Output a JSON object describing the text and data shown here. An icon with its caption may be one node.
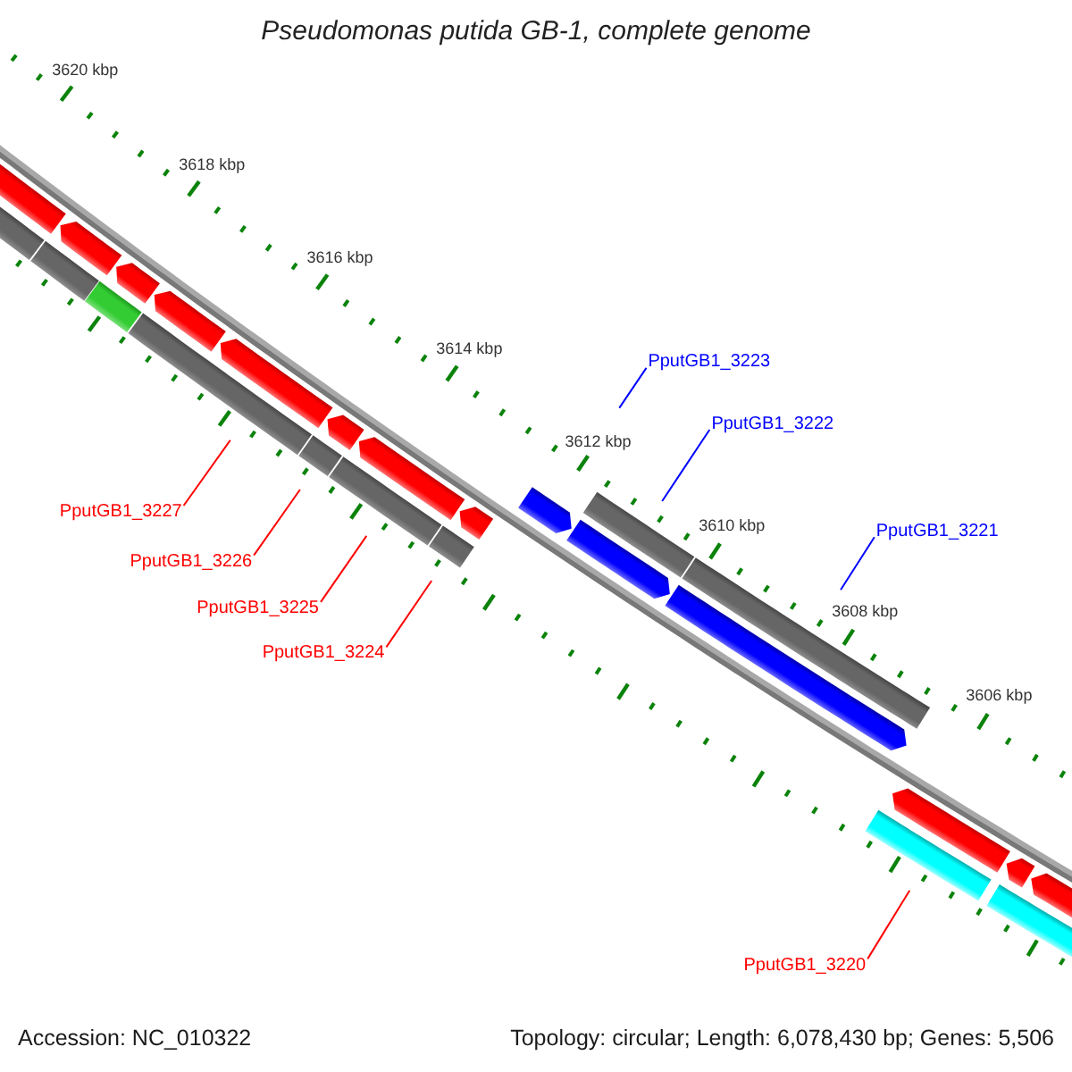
{
  "diagram": {
    "title": "Pseudomonas putida GB-1, complete genome",
    "nodes": [
      {
        "text": [
          "PputGB1_3223"
        ]
      },
      {
        "text": [
          "PputGB1_3222"
        ]
      },
      {
        "text": [
          "PputGB1_3227"
        ]
      },
      {
        "text": [
          "PputGB1_3221"
        ]
      },
      {
        "text": [
          "PputGB1_3226"
        ]
      },
      {
        "text": [
          "PputGB1_3225"
        ]
      },
      {
        "text": [
          "PputGB1_3224"
        ]
      },
      {
        "text": [
          "PputGB1_3220"
        ]
      },
      {
        "text": [],
        "shape": "pentagon"
      },
      {
        "text": [],
        "shape": "bar"
      },
      {
        "text": [],
        "shape": "pentagon"
      },
      {
        "text": [],
        "shape": "bar"
      },
      {
        "text": [],
        "shape": "bar"
      },
      {
        "text": [],
        "shape": "pentagon"
      },
      {
        "text": [],
        "shape": "pentagon"
      },
      {
        "text": [],
        "shape": "bar"
      },
      {
        "text": [],
        "shape": "pentagon"
      },
      {
        "text": [],
        "shape": "bar"
      },
      {
        "text": [],
        "shape": "pentagon"
      },
      {
        "text": [],
        "shape": "bar"
      },
      {
        "text": [],
        "shape": "pentagon"
      },
      {
        "text": [],
        "shape": "bar"
      },
      {
        "text": [],
        "shape": "pentagon"
      },
      {
        "text": [],
        "shape": "pentagon"
      },
      {
        "text": [],
        "shape": "pentagon"
      },
      {
        "text": [],
        "shape": "bar"
      },
      {
        "text": [],
        "shape": "pentagon"
      },
      {
        "text": [],
        "shape": "bar"
      },
      {
        "text": [],
        "shape": "pentagon"
      },
      {
        "text": [],
        "shape": "bar"
      },
      {
        "text": [],
        "shape": "pentagon"
      },
      {
        "text": [],
        "shape": "bar"
      },
      {
        "text": [],
        "shape": "pentagon"
      }
    ],
    "edges": [
      {
        "from": 0,
        "to": null,
        "arrow": "none",
        "color": "#0000ff"
      },
      {
        "from": 1,
        "to": null,
        "arrow": "none",
        "color": "#0000ff"
      },
      {
        "from": 2,
        "to": null,
        "arrow": "none"
      },
      {
        "from": 3,
        "to": null,
        "arrow": "none",
        "color": "#0000ff"
      },
      {
        "from": 4,
        "to": null,
        "arrow": "none"
      },
      {
        "from": 5,
        "to": null,
        "arrow": "none"
      },
      {
        "from": 6,
        "to": null,
        "arrow": "none"
      },
      {
        "from": 7,
        "to": null,
        "arrow": "none"
      }
    ],
    "labels": [
      "3620 kbp",
      "3618 kbp",
      "3616 kbp",
      "3614 kbp",
      "3612 kbp",
      "3610 kbp",
      "3608 kbp",
      "3606 kbp",
      "Accession: NC_010322",
      "Topology: circular; Length: 6,078,430 bp; Genes: 5,506"
    ]
  }
}
